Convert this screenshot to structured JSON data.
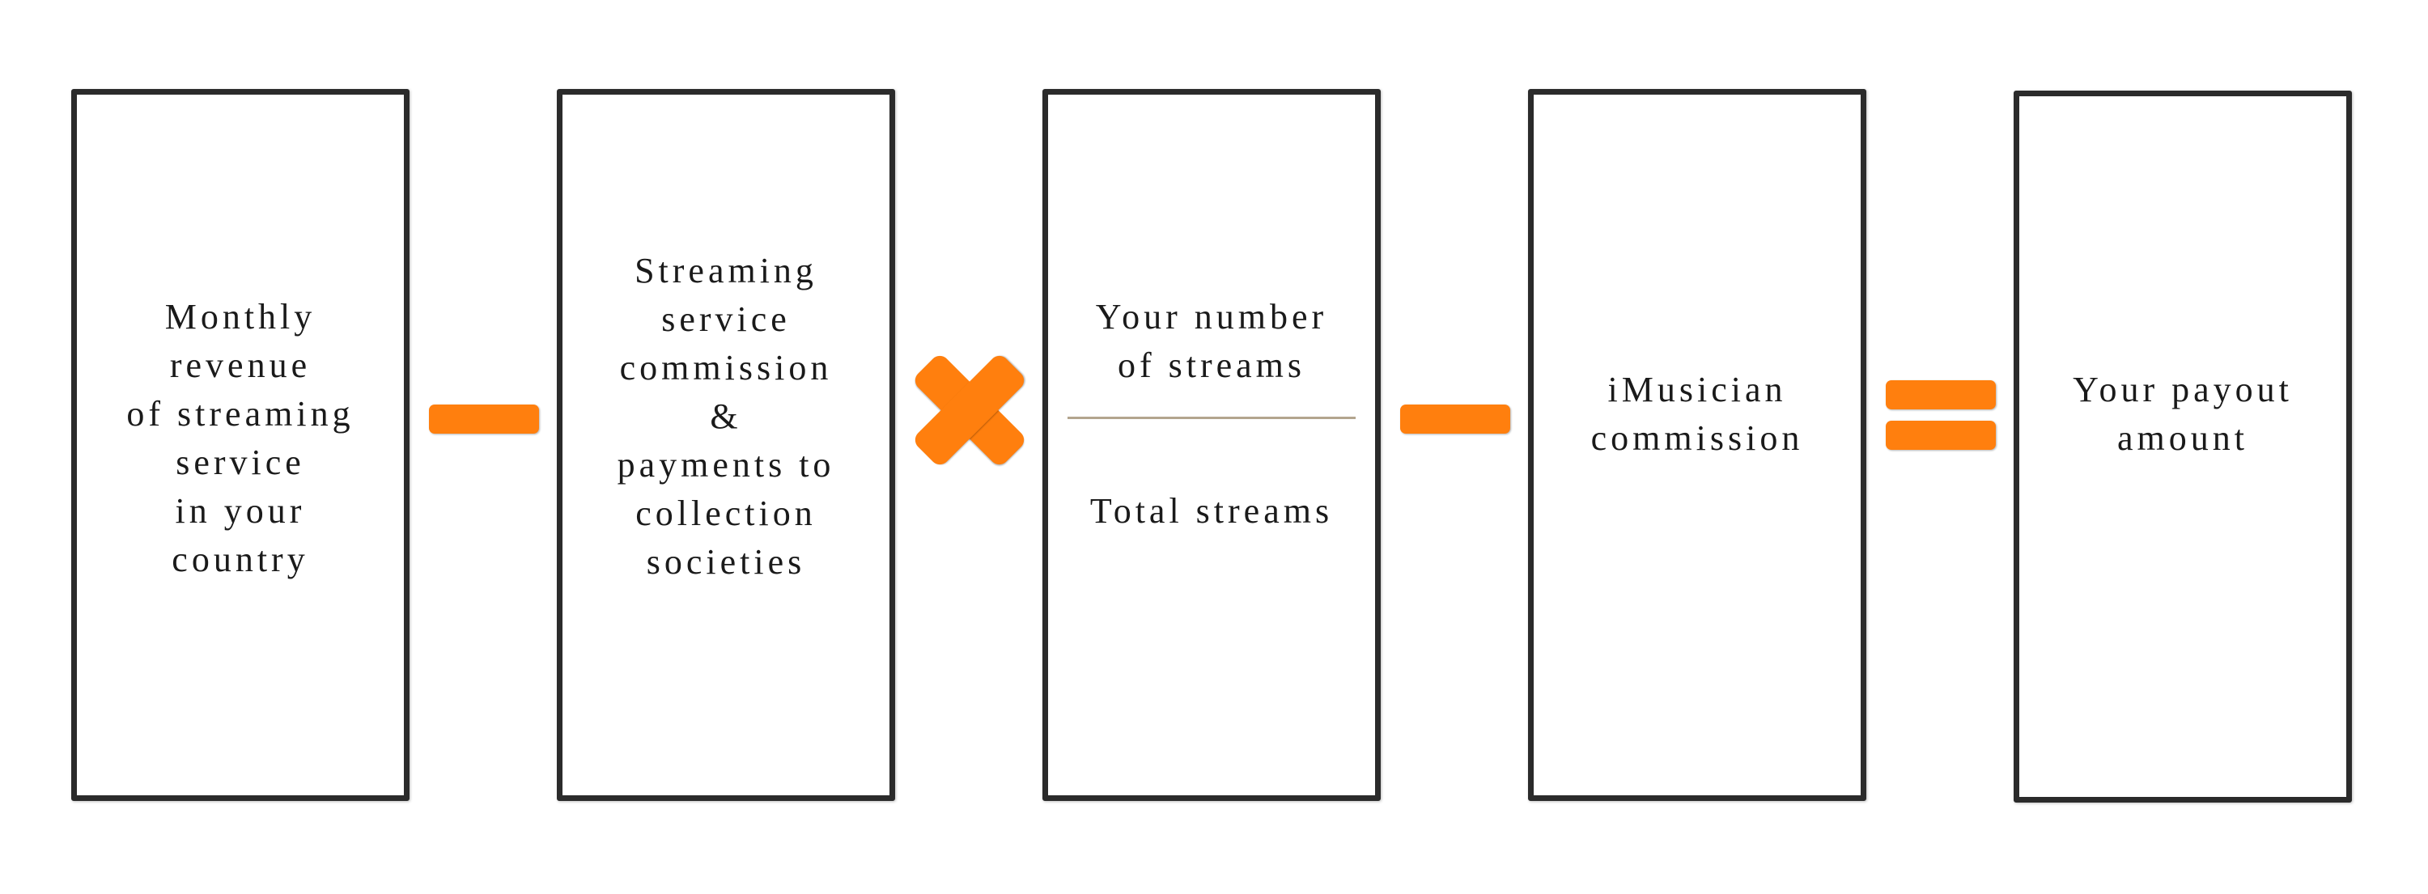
{
  "diagram": {
    "accent_color": "#ff7f0e",
    "box_border_color": "#2b2b2b",
    "boxes": [
      {
        "text": "Monthly\nrevenue\nof streaming\nservice\nin your\ncountry"
      },
      {
        "text": "Streaming\nservice\ncommission\n&\npayments to\ncollection\nsocieties"
      },
      {
        "numerator": "Your number\nof streams",
        "denominator": "Total streams"
      },
      {
        "text": "iMusician\ncommission"
      },
      {
        "text": "Your payout\namount"
      }
    ],
    "operators": [
      {
        "symbol": "minus-icon"
      },
      {
        "symbol": "multiply-icon"
      },
      {
        "symbol": "minus-icon"
      },
      {
        "symbol": "equals-icon"
      }
    ]
  }
}
